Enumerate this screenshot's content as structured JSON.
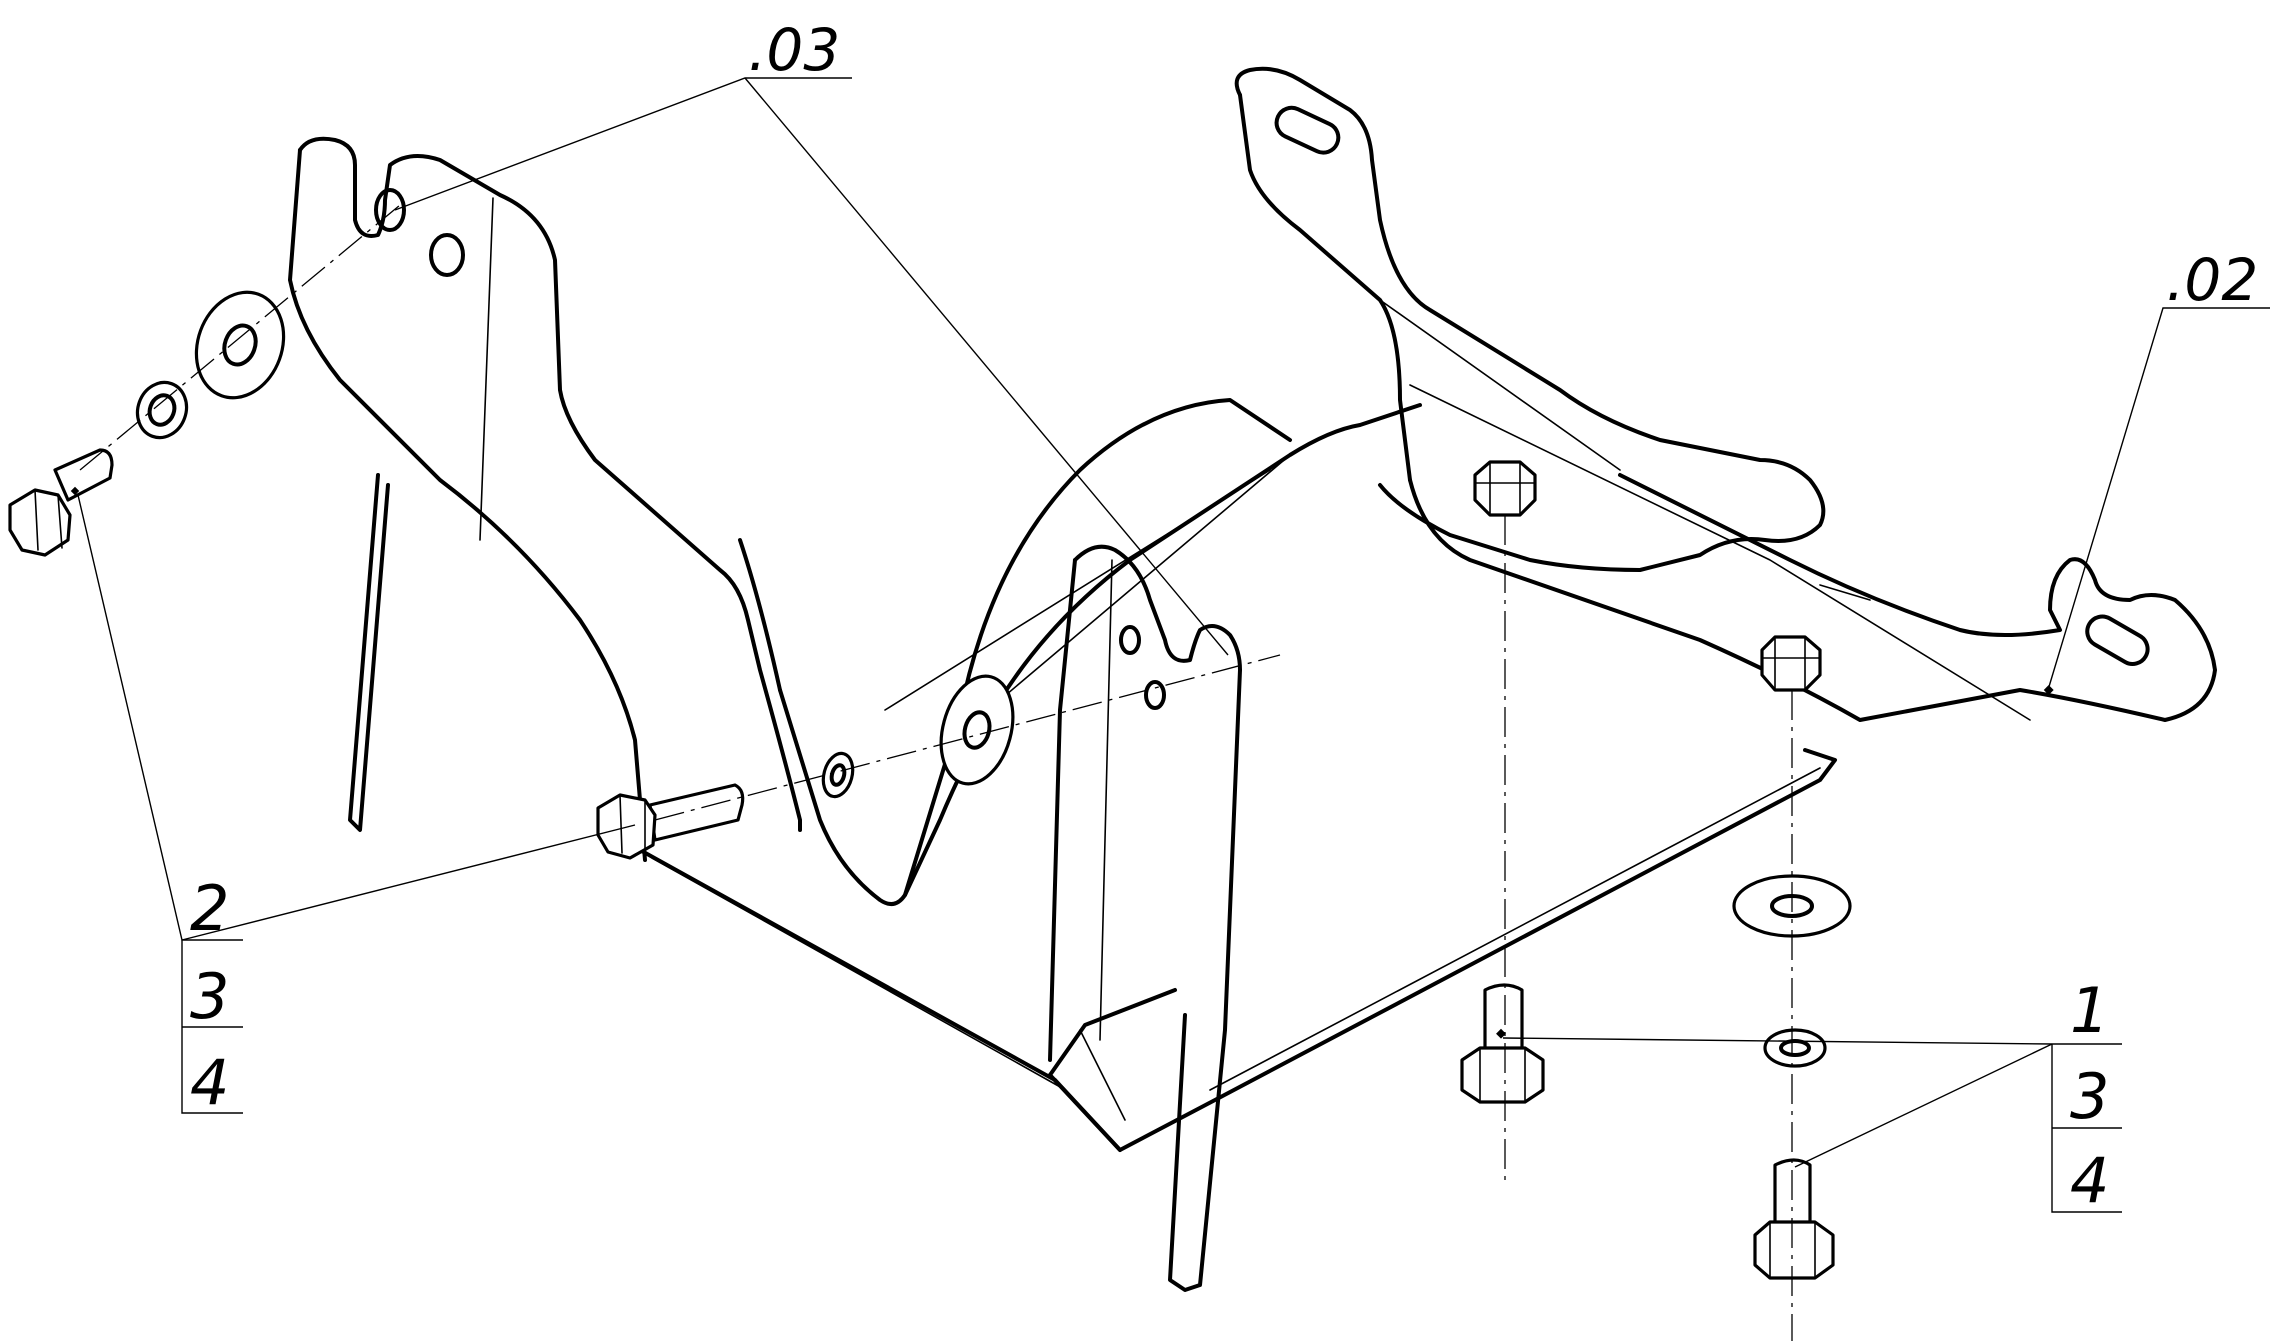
{
  "drawing": {
    "callouts": {
      "bracket_left": ".03",
      "bracket_right": ".02",
      "group_left": [
        "2",
        "3",
        "4"
      ],
      "group_right": [
        "1",
        "3",
        "4"
      ]
    }
  }
}
